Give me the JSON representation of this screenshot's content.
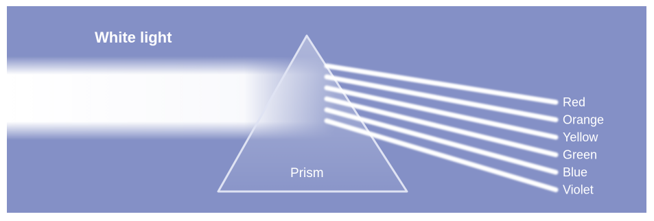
{
  "diagram": {
    "title": "White light",
    "prism_label": "Prism",
    "spectrum": [
      {
        "label": "Red"
      },
      {
        "label": "Orange"
      },
      {
        "label": "Yellow"
      },
      {
        "label": "Green"
      },
      {
        "label": "Blue"
      },
      {
        "label": "Violet"
      }
    ]
  },
  "colors": {
    "background": "#8490c6",
    "beam": "#ffffff",
    "text": "#ffffff"
  }
}
